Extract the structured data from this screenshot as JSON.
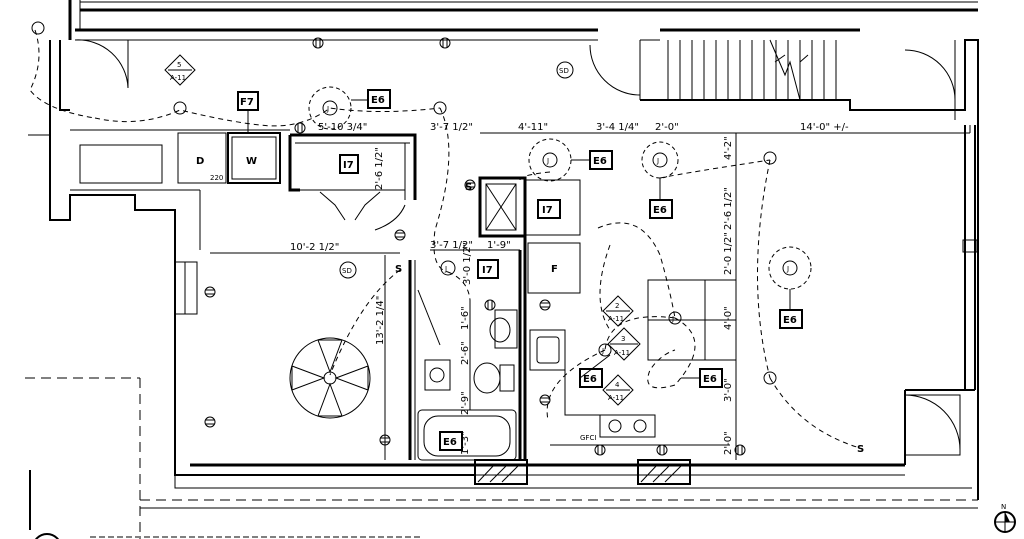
{
  "tags": {
    "e6": "E6",
    "f7": "F7",
    "i7": "I7",
    "f": "F",
    "sd": "SD",
    "j": "J",
    "dryer": "D",
    "washer": "W",
    "dryer_volt": "220",
    "gfci": "GFCI",
    "switch": "S"
  },
  "sections": {
    "s5": {
      "num": "5",
      "sheet": "A-11"
    },
    "s2": {
      "num": "2",
      "sheet": "A-11"
    },
    "s3": {
      "num": "3",
      "sheet": "A-11"
    },
    "s4": {
      "num": "4",
      "sheet": "A-11"
    }
  },
  "dims": {
    "d1": "5'-10 3/4\"",
    "d2": "3'-7 1/2\"",
    "d3": "4'-11\"",
    "d4": "3'-4 1/4\"",
    "d5": "2'-0\"",
    "d6": "14'-0\" +/-",
    "d7": "4'-2\"",
    "d8": "2'-6 1/2\"",
    "d9": "2'-0 1/2\"",
    "d10": "4'-0\"",
    "d11": "3'-0\"",
    "d12": "2'-0\"",
    "d13": "10'-2 1/2\"",
    "d14": "3'-7 1/2\"",
    "d15": "1'-9\"",
    "d16": "3'-0 1/2\"",
    "d17": "13'-2 1/4\"",
    "d18": "2'-6 1/2\"",
    "d19": "1'-6\"",
    "d20": "2'-6\"",
    "d21": "2'-9\"",
    "d22": "1'-3\""
  },
  "north": "N"
}
